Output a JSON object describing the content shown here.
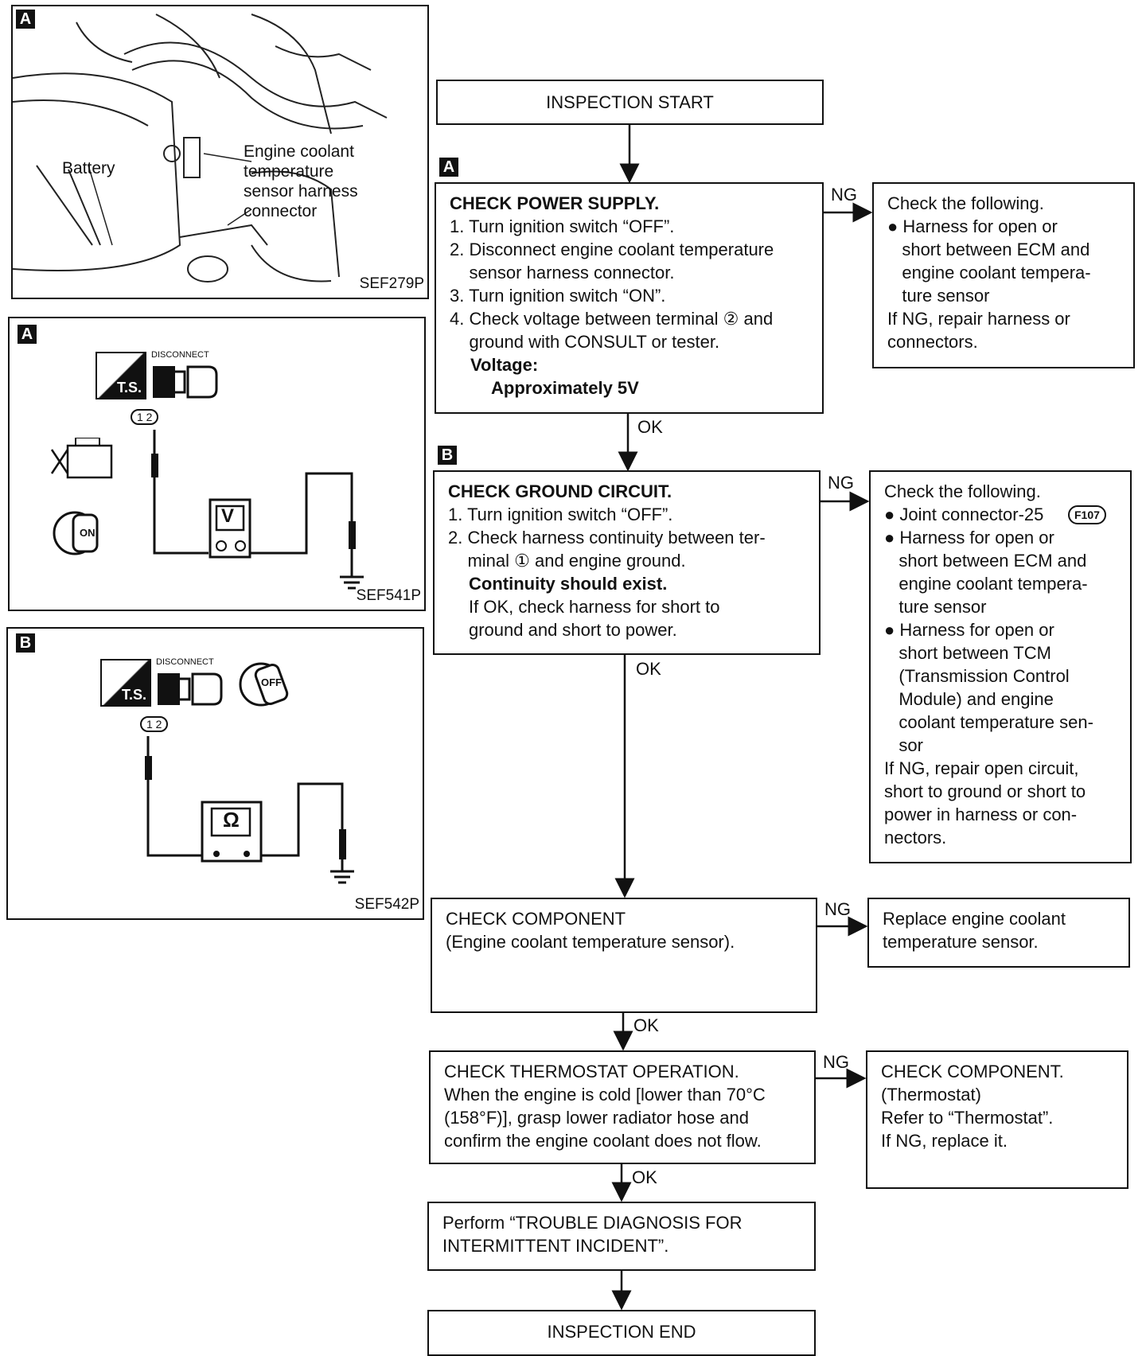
{
  "figures": [
    {
      "tag": "A",
      "code": "SEF279P",
      "labels": {
        "battery": "Battery",
        "sensor": "Engine coolant\ntemperature\nsensor harness\nconnector"
      }
    },
    {
      "tag": "A",
      "code": "SEF541P",
      "disconnect": "DISCONNECT",
      "ts": "T.S.",
      "meter": "V",
      "pins": "1 2",
      "key": "ON"
    },
    {
      "tag": "B",
      "code": "SEF542P",
      "disconnect": "DISCONNECT",
      "ts": "T.S.",
      "meter": "Ω",
      "pins": "1 2",
      "key": "OFF"
    }
  ],
  "flow": {
    "start": "INSPECTION START",
    "end": "INSPECTION END",
    "ng": "NG",
    "ok": "OK",
    "step_a": {
      "tag": "A",
      "title": "CHECK POWER SUPPLY.",
      "body": "1. Turn ignition switch “OFF”.\n2. Disconnect engine coolant temperature\n    sensor harness connector.\n3. Turn ignition switch “ON”.\n4. Check voltage between terminal ② and\n    ground with CONSULT or tester.",
      "spec_label": "Voltage:",
      "spec_value": "Approximately 5V",
      "ng_text": "Check the following.\n● Harness for open or\n   short between ECM and\n   engine coolant tempera-\n   ture sensor\nIf NG, repair harness or\nconnectors."
    },
    "step_b": {
      "tag": "B",
      "title": "CHECK GROUND CIRCUIT.",
      "body1": "1. Turn ignition switch “OFF”.\n2. Check harness continuity between ter-\n    minal ① and engine ground.",
      "spec": "Continuity should exist.",
      "body2": "If OK, check harness for short to\nground and short to power.",
      "ng_line1": "Check the following.",
      "ng_line2": "● Joint connector-25",
      "ng_badge": "F107",
      "ng_rest": "● Harness for open or\n   short between ECM and\n   engine coolant tempera-\n   ture sensor\n● Harness for open or\n   short between TCM\n   (Transmission Control\n   Module) and engine\n   coolant temperature sen-\n   sor\nIf NG, repair open circuit,\nshort to ground or short to\npower in harness or con-\nnectors."
    },
    "step_c": {
      "body": "CHECK COMPONENT\n(Engine coolant temperature sensor).",
      "ng_text": "Replace engine coolant\ntemperature sensor."
    },
    "step_d": {
      "body": "CHECK THERMOSTAT OPERATION.\nWhen the engine is cold [lower than 70°C\n(158°F)], grasp lower radiator hose and\nconfirm the engine coolant does not flow.",
      "ng_text": "CHECK COMPONENT.\n(Thermostat)\nRefer to “Thermostat”.\nIf NG, replace it."
    },
    "step_e": {
      "body": "Perform “TROUBLE DIAGNOSIS FOR\nINTERMITTENT INCIDENT”."
    }
  }
}
